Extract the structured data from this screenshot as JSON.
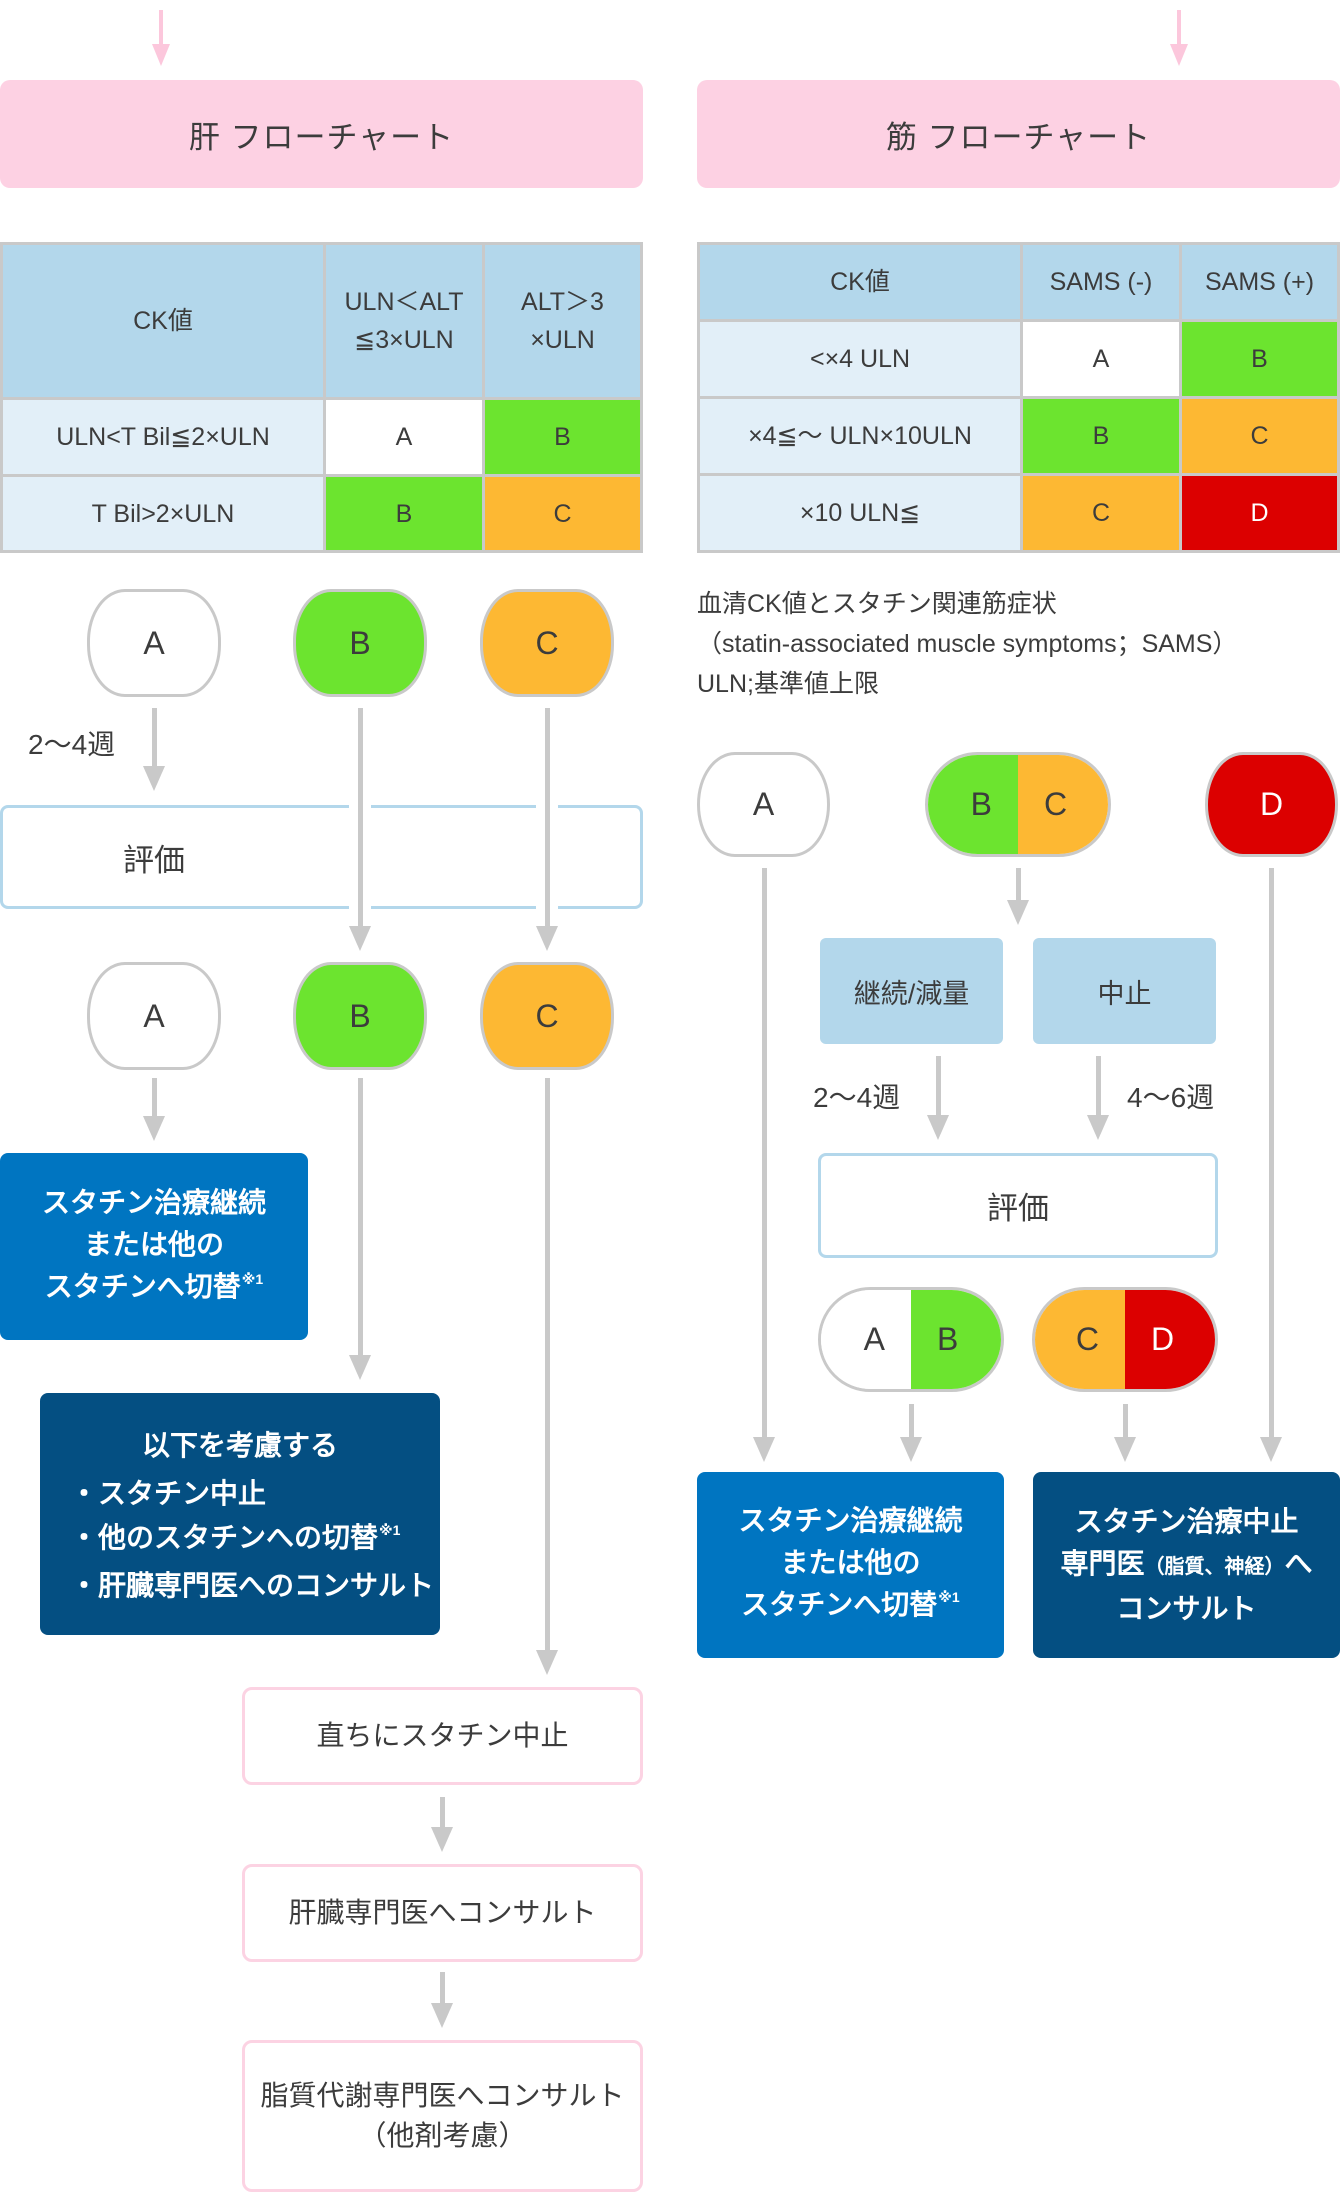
{
  "grade_colors": {
    "A": "#ffffff",
    "B": "#6ce42f",
    "C": "#fdb833",
    "D": "#dc0000"
  },
  "grade_text_colors": {
    "A": "#3c3c3c",
    "B": "#3c3c3c",
    "C": "#3c3c3c",
    "D": "#ffffff"
  },
  "liver": {
    "title": "肝 フローチャート",
    "table": {
      "header": {
        "label": "CK値",
        "col1": [
          "ULN＜ALT",
          "≦3×ULN"
        ],
        "col2": [
          "ALT＞3",
          "×ULN"
        ]
      },
      "rows": [
        {
          "label": "ULN<T Bil≦2×ULN",
          "grades": [
            "A",
            "B"
          ]
        },
        {
          "label": "T Bil>2×ULN",
          "grades": [
            "B",
            "C"
          ]
        }
      ]
    },
    "initial_grades": [
      "A",
      "B",
      "C"
    ],
    "interval": "2〜4週",
    "evaluation": "評価",
    "reassessed_grades": [
      "A",
      "B",
      "C"
    ],
    "continue_box": {
      "lines": [
        "スタチン治療継続",
        "または他の",
        "スタチンへ切替"
      ],
      "note": "※1"
    },
    "consider_box": {
      "title": "以下を考慮する",
      "items": [
        {
          "text": "・スタチン中止",
          "note": ""
        },
        {
          "text": "・他のスタチンへの切替",
          "note": "※1"
        },
        {
          "text": "・肝臓専門医へのコンサルト",
          "note": ""
        }
      ]
    },
    "stop_steps": [
      {
        "lines": [
          "直ちにスタチン中止"
        ]
      },
      {
        "lines": [
          "肝臓専門医へコンサルト"
        ]
      },
      {
        "lines": [
          "脂質代謝専門医へコンサルト",
          "（他剤考慮）"
        ]
      }
    ]
  },
  "muscle": {
    "title": "筋 フローチャート",
    "table": {
      "header": [
        "CK値",
        "SAMS (-)",
        "SAMS (+)"
      ],
      "rows": [
        {
          "label": "<×4 ULN",
          "grades": [
            "A",
            "B"
          ]
        },
        {
          "label": "×4≦〜 ULN×10ULN",
          "grades": [
            "B",
            "C"
          ]
        },
        {
          "label": "×10 ULN≦",
          "grades": [
            "C",
            "D"
          ]
        }
      ]
    },
    "legend": [
      "血清CK値とスタチン関連筋症状",
      "（statin-associated muscle symptoms；SAMS）",
      "ULN;基準値上限"
    ],
    "initial_groups": [
      [
        "A"
      ],
      [
        "B",
        "C"
      ],
      [
        "D"
      ]
    ],
    "actions": [
      "継続/減量",
      "中止"
    ],
    "intervals": [
      "2〜4週",
      "4〜6週"
    ],
    "evaluation": "評価",
    "reassessed_groups": [
      [
        "A",
        "B"
      ],
      [
        "C",
        "D"
      ]
    ],
    "continue_box": {
      "lines": [
        "スタチン治療継続",
        "または他の",
        "スタチンへ切替"
      ],
      "note": "※1"
    },
    "stop_box": {
      "line1": "スタチン治療中止",
      "line2_main": "専門医",
      "line2_small": "（脂質、神経）",
      "line2_end": "へ",
      "line3": "コンサルト"
    }
  }
}
